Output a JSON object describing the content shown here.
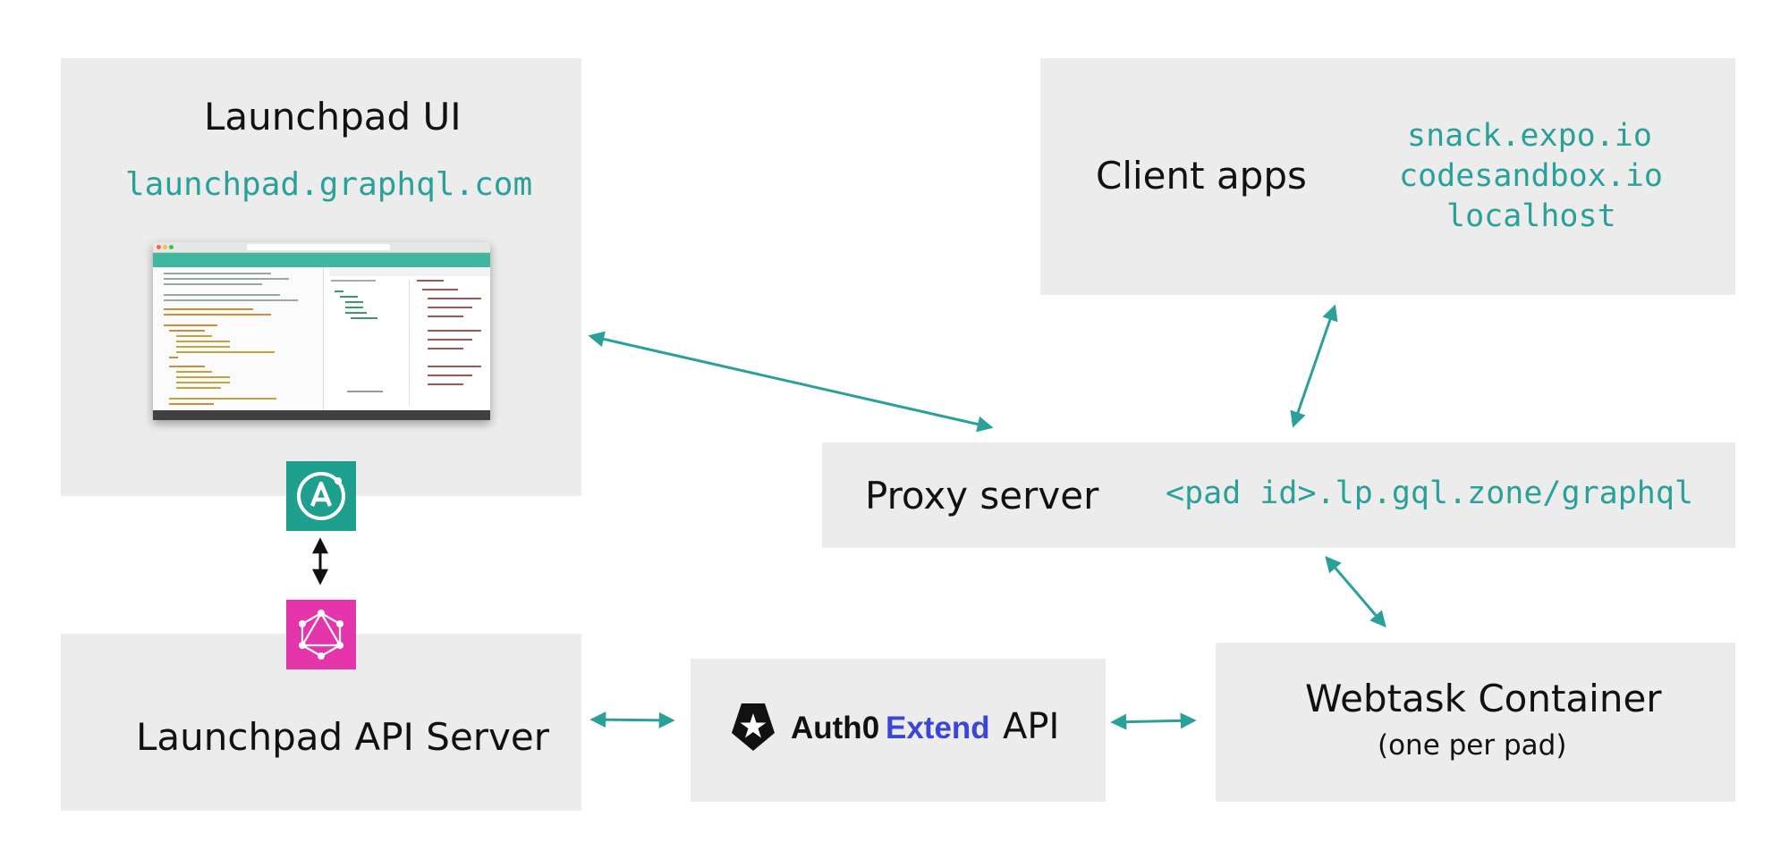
{
  "launchpad_ui": {
    "title": "Launchpad UI",
    "url": "launchpad.graphql.com"
  },
  "client_apps": {
    "title": "Client apps",
    "hosts": [
      "snack.expo.io",
      "codesandbox.io",
      "localhost"
    ]
  },
  "proxy": {
    "title": "Proxy server",
    "url": "<pad id>.lp.gql.zone/graphql"
  },
  "api_server": {
    "title": "Launchpad API Server"
  },
  "auth0": {
    "brand": "Auth0",
    "product": "Extend",
    "suffix": "API"
  },
  "webtask": {
    "title": "Webtask Container",
    "subtitle": "(one per pad)"
  },
  "icons": {
    "apollo": "apollo-logo-icon",
    "graphql": "graphql-logo-icon",
    "auth0_shield": "auth0-shield-icon"
  },
  "colors": {
    "teal": "#2aa198",
    "box": "#ececec",
    "apollo": "#1fa08e",
    "graphql": "#e535ab",
    "extend_blue": "#3b46d6"
  }
}
